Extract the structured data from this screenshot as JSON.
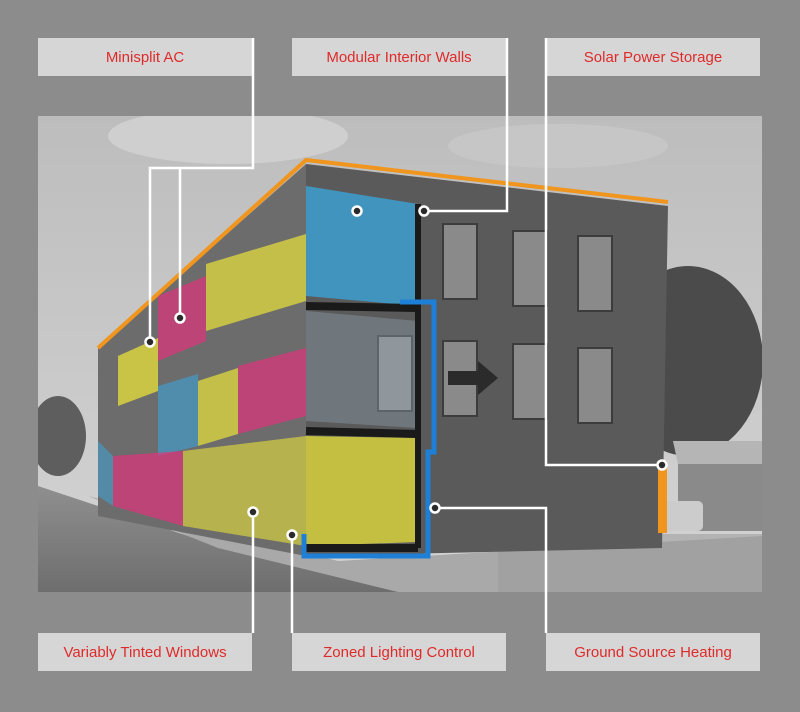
{
  "labels": {
    "minisplit": "Minisplit AC",
    "walls": "Modular Interior Walls",
    "solar": "Solar Power Storage",
    "windows": "Variably Tinted Windows",
    "lighting": "Zoned Lighting Control",
    "ground": "Ground Source Heating"
  },
  "colors": {
    "background": "#8c8c8c",
    "label_box": "#d6d6d6",
    "label_text": "#e02a2a",
    "leader_lines": "#ffffff",
    "roof_solar": "#f0951e",
    "ground_loop": "#1e7fd6",
    "modules": [
      "#3aa8e0",
      "#e8e23a",
      "#e0337a"
    ]
  }
}
